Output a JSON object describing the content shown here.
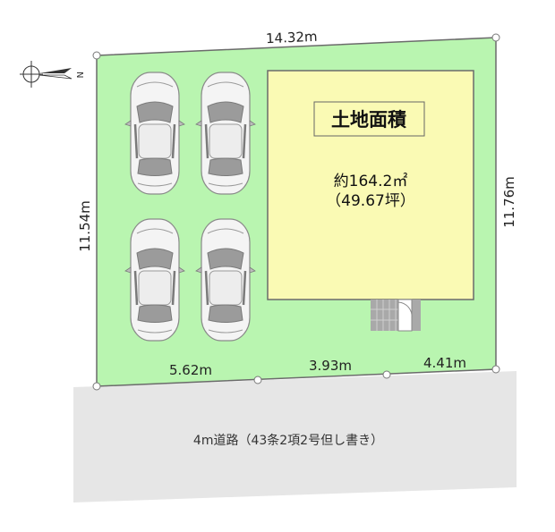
{
  "dimensions": {
    "top": "14.32m",
    "left": "11.54m",
    "right": "11.76m",
    "bottom_left": "5.62m",
    "bottom_middle": "3.93m",
    "bottom_right": "4.41m"
  },
  "building": {
    "title": "土地面積",
    "area_sqm": "約164.2㎡",
    "area_tsubo": "（49.67坪）"
  },
  "road": {
    "label": "4m道路（43条2項2号但し書き）"
  },
  "compass": {
    "north_label": "N",
    "icon": "north-arrow-icon"
  },
  "parking": {
    "car_count_icon": "car-icon"
  },
  "colors": {
    "lot": "#b9f5b0",
    "building": "#fafab4",
    "road": "#e6e6e6",
    "outline": "#6b6b6b"
  }
}
